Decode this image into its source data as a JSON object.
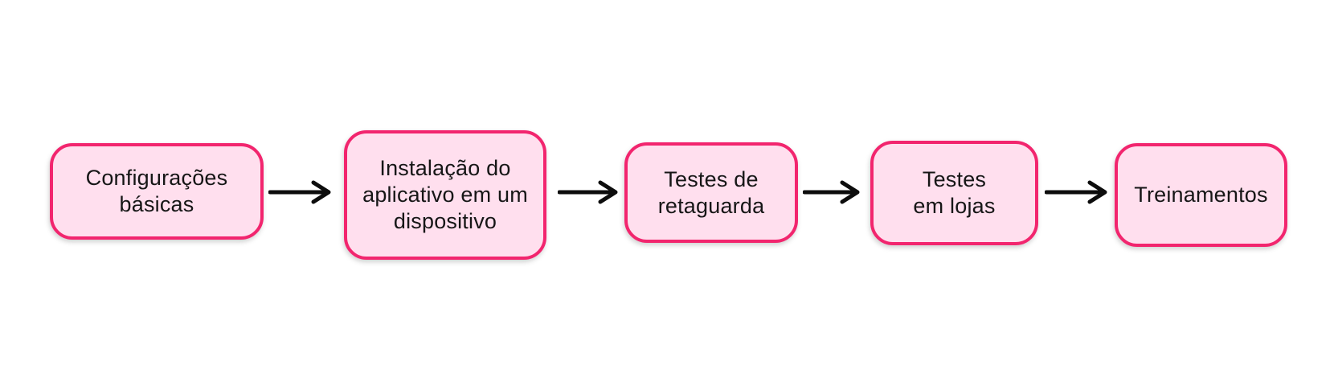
{
  "diagram": {
    "type": "flowchart",
    "direction": "left-to-right",
    "nodes": [
      {
        "id": "configuracoes-basicas",
        "label": "Configurações\nbásicas"
      },
      {
        "id": "instalacao-aplicativo",
        "label": "Instalação do\naplicativo em um\ndispositivo"
      },
      {
        "id": "testes-retaguarda",
        "label": "Testes de\nretaguarda"
      },
      {
        "id": "testes-em-lojas",
        "label": "Testes\nem lojas"
      },
      {
        "id": "treinamentos",
        "label": "Treinamentos"
      }
    ],
    "connections": [
      {
        "from": "configuracoes-basicas",
        "to": "instalacao-aplicativo"
      },
      {
        "from": "instalacao-aplicativo",
        "to": "testes-retaguarda"
      },
      {
        "from": "testes-retaguarda",
        "to": "testes-em-lojas"
      },
      {
        "from": "testes-em-lojas",
        "to": "treinamentos"
      }
    ],
    "colors": {
      "background": "#ffffff",
      "node_fill": "#ffdfee",
      "node_border": "#f2256e",
      "text": "#161616",
      "arrow": "#0d0d0d"
    }
  }
}
